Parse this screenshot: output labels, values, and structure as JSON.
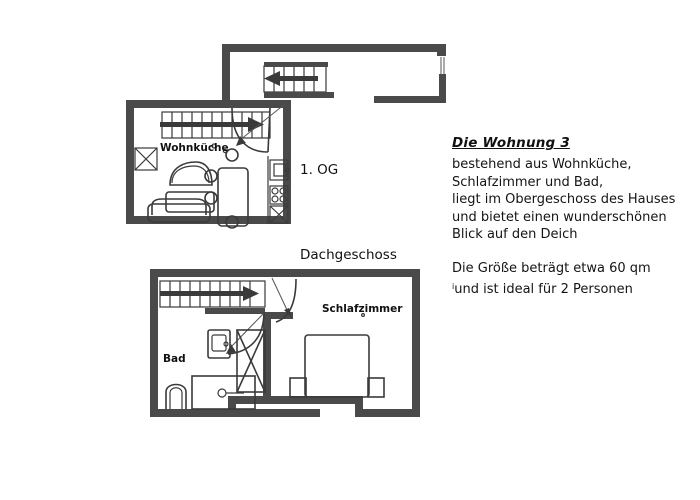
{
  "document": {
    "type": "floor-plan",
    "background_color": "#ffffff",
    "wall_color": "#4a4a4a",
    "furniture_color": "#3a3a3a",
    "text_color": "#111111"
  },
  "description": {
    "title": "Die Wohnung 3",
    "lines": [
      "bestehend aus Wohnküche,",
      "Schlafzimmer und Bad,",
      "liegt im Obergeschoss des Hauses",
      "und bietet einen wunderschönen",
      "Blick auf den Deich"
    ],
    "size_lines": [
      "Die Größe beträgt etwa 60 qm",
      "und ist ideal für 2 Personen"
    ],
    "stray_char": "i"
  },
  "floors": [
    {
      "id": "upper",
      "label": "1. OG",
      "rooms": [
        {
          "name": "Wohnküche",
          "label": "Wohnküche"
        }
      ],
      "features": [
        "staircase-up-arrow",
        "staircase-landing",
        "entry-door-swing",
        "kitchen-sink",
        "kitchen-stove",
        "kitchen-cabinet",
        "armchair",
        "coffee-table",
        "sofa",
        "dining-table",
        "dining-chairs",
        "window-left",
        "balcony-wall"
      ]
    },
    {
      "id": "attic",
      "label": "Dachgeschoss",
      "rooms": [
        {
          "name": "Bad",
          "label": "Bad"
        },
        {
          "name": "Schlafzimmer",
          "label": "Schlafzimmer"
        }
      ],
      "features": [
        "staircase-up-arrow",
        "bathroom-door-swing",
        "bedroom-door-swing",
        "toilet",
        "bathtub",
        "washbasin",
        "closet-cross",
        "bed",
        "nightstand-left",
        "nightstand-right"
      ]
    }
  ]
}
